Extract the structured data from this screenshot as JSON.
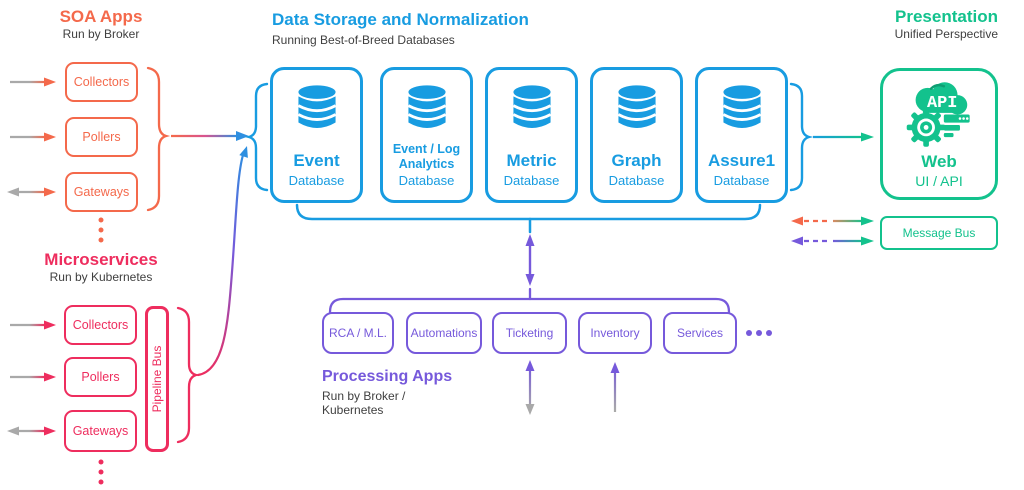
{
  "colors": {
    "orange": "#F4694B",
    "pink": "#EE2D5E",
    "blue": "#189CE1",
    "green": "#13C28D",
    "purple": "#7659DB",
    "dark": "#3F3F3F",
    "gray": "#A9A9A9"
  },
  "soa": {
    "title": "SOA Apps",
    "subtitle": "Run by Broker",
    "boxes": [
      "Collectors",
      "Pollers",
      "Gateways"
    ]
  },
  "microservices": {
    "title": "Microservices",
    "subtitle": "Run by Kubernetes",
    "boxes": [
      "Collectors",
      "Pollers",
      "Gateways"
    ],
    "bus": "Pipeline Bus"
  },
  "storage": {
    "title": "Data Storage and Normalization",
    "subtitle": "Running Best-of-Breed Databases",
    "databases": [
      {
        "name": "Event",
        "type": "Database"
      },
      {
        "name": "Event / Log Analytics",
        "type": "Database"
      },
      {
        "name": "Metric",
        "type": "Database"
      },
      {
        "name": "Graph",
        "type": "Database"
      },
      {
        "name": "Assure1",
        "type": "Database"
      }
    ]
  },
  "presentation": {
    "title": "Presentation",
    "subtitle": "Unified Perspective",
    "web": {
      "icon_text": "API",
      "name": "Web",
      "sub": "UI / API"
    },
    "message_bus": "Message Bus"
  },
  "processing": {
    "title": "Processing Apps",
    "subtitle_line1": "Run by Broker /",
    "subtitle_line2": "Kubernetes",
    "boxes": [
      "RCA / M.L.",
      "Automations",
      "Ticketing",
      "Inventory",
      "Services"
    ]
  },
  "icons": {
    "database": "database-cylinder-icon",
    "web": "api-cloud-gear-icon",
    "ellipsis": "ellipsis-icon"
  }
}
